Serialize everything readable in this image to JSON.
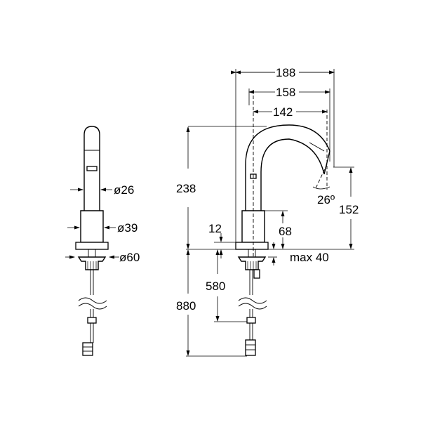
{
  "labels": {
    "d26": "ø26",
    "d39": "ø39",
    "d60": "ø60",
    "w188": "188",
    "w158": "158",
    "w142": "142",
    "h238": "238",
    "h152": "152",
    "angle26": "26º",
    "h12": "12",
    "h68": "68",
    "max40": "max 40",
    "h580": "580",
    "h880": "880"
  }
}
